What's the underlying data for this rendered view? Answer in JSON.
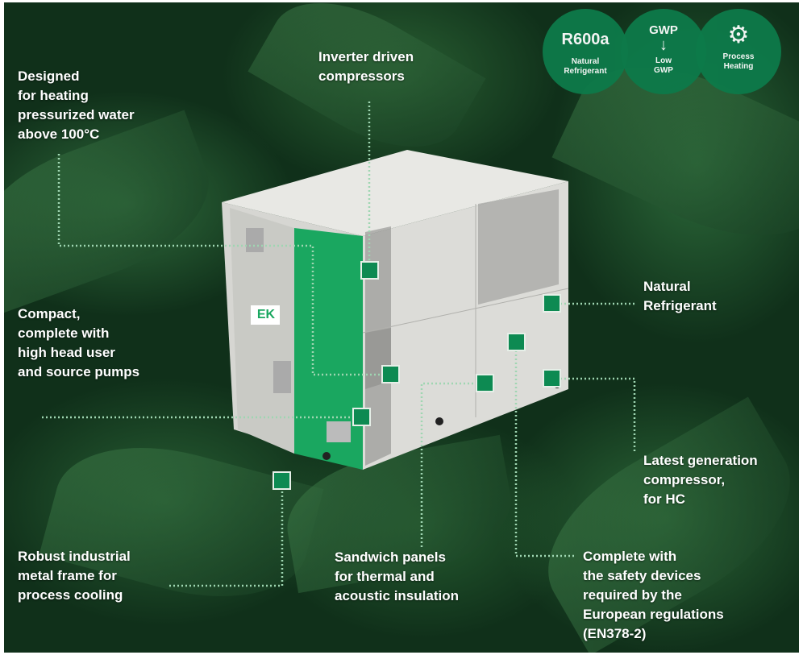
{
  "badges": [
    {
      "title": "R600a",
      "subtitle": "Natural Refrigerant"
    },
    {
      "title": "GWP",
      "icon": "arrow-down-icon",
      "subtitle_line1": "Low",
      "subtitle_line2": "GWP"
    },
    {
      "icon": "gears-icon",
      "subtitle_line1": "Process",
      "subtitle_line2": "Heating"
    }
  ],
  "unit_logo": "EK",
  "callouts": {
    "designed": [
      "Designed",
      "for heating",
      "pressurized water",
      "above 100°C"
    ],
    "inverter": [
      "Inverter driven",
      "compressors"
    ],
    "natural": [
      "Natural",
      "Refrigerant"
    ],
    "compact": [
      "Compact,",
      "complete with",
      "high head user",
      "and source pumps"
    ],
    "latest": [
      "Latest generation",
      "compressor,",
      "for HC"
    ],
    "robust": [
      "Robust industrial",
      "metal frame for",
      "process cooling"
    ],
    "sandwich": [
      "Sandwich panels",
      "for thermal and",
      "acoustic insulation"
    ],
    "safety": [
      "Complete with",
      "the safety devices",
      "required by the",
      "European regulations",
      "(EN378-2)"
    ]
  },
  "colors": {
    "accent": "#0d8a52",
    "line": "#9fd6b2"
  }
}
